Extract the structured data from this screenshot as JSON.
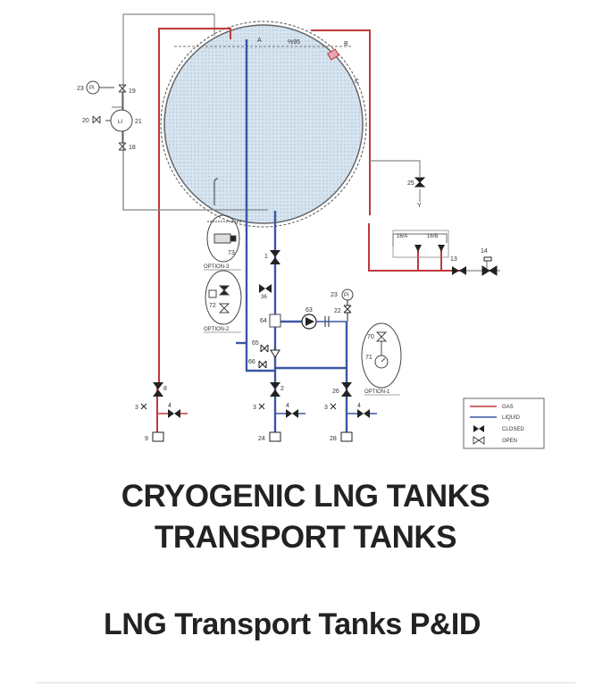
{
  "colors": {
    "gas": "#c0393b",
    "liquid": "#3a57a6",
    "pipe": "#777777",
    "text": "#222222",
    "tank_fill": "#cfe0ee"
  },
  "headings": {
    "title_line1": "CRYOGENIC LNG TANKS",
    "title_line2": "TRANSPORT TANKS",
    "subtitle": "LNG Transport Tanks P&ID"
  },
  "diagram": {
    "tank_labels": {
      "a": "A",
      "b": "B",
      "c": "C",
      "level": "%95"
    },
    "instruments": {
      "pi_23": "23",
      "pi_tag": "PI",
      "li_21": "21",
      "li_tag": "LI",
      "pi_23b": "23",
      "pi_tag_b": "PI"
    },
    "valves": {
      "v19": "19",
      "v20": "20",
      "v18": "18",
      "v25": "25",
      "y": "Y",
      "v16a": "16/A",
      "v16b": "16/B",
      "v13": "13",
      "v14": "14",
      "v73": "73",
      "v1": "1",
      "v36": "36",
      "v72": "72",
      "v63": "63",
      "v22": "22",
      "v64": "64",
      "v65": "65",
      "v66": "66",
      "v70": "70",
      "v71": "71",
      "v8": "8",
      "v2": "2",
      "v26": "26",
      "v3a": "3",
      "v4a": "4",
      "v3b": "3",
      "v4b": "4",
      "v3c": "3",
      "v4c": "4",
      "c9": "9",
      "c24": "24",
      "c28": "28"
    },
    "options": {
      "opt3": "OPTION-3",
      "opt2": "OPTION-2",
      "opt1": "OPTION-1"
    },
    "legend": {
      "gas": "GAS",
      "liquid": "LIQUID",
      "closed": "CLOSED",
      "open": "OPEN"
    }
  }
}
